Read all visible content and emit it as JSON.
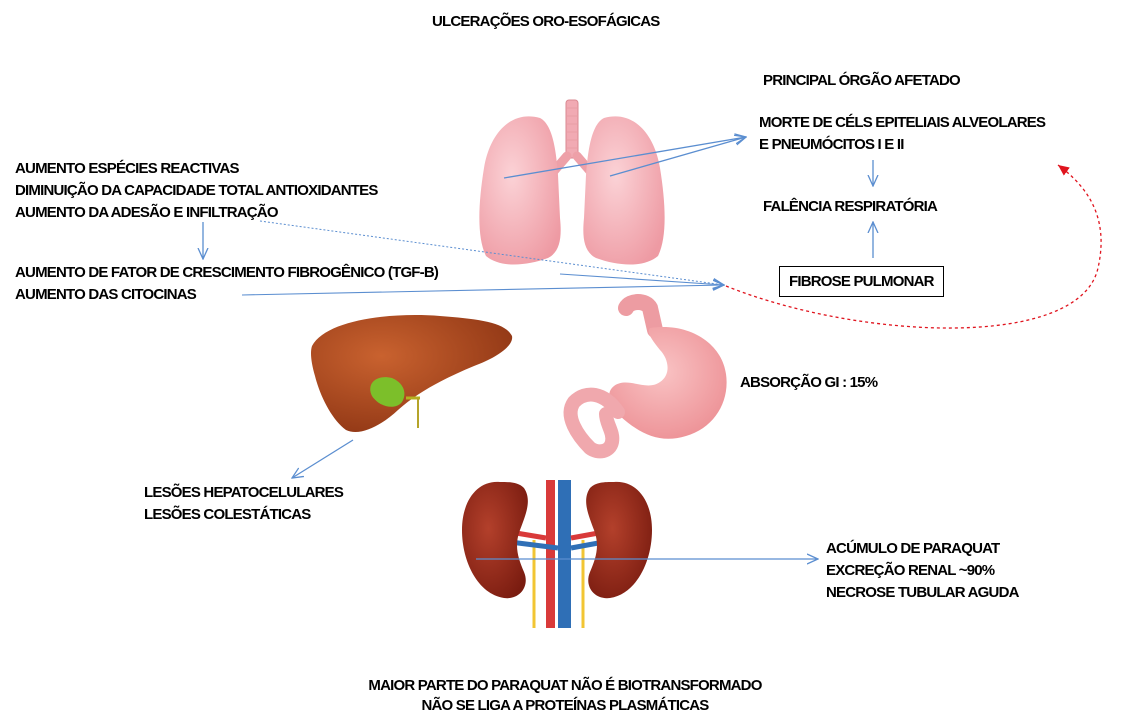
{
  "title": "ULCERAÇÕES ORO-ESOFÁGICAS",
  "lungs": {
    "main_organ": "PRINCIPAL ÓRGÃO AFETADO",
    "cell_death": [
      "MORTE DE CÉLS EPITELIAIS ALVEOLARES",
      "E PNEUMÓCITOS I E II"
    ],
    "failure": "FALÊNCIA RESPIRATÓRIA",
    "fibrosis": "FIBROSE PULMONAR"
  },
  "mechanisms": {
    "lines": [
      "AUMENTO ESPÉCIES REACTIVAS",
      "DIMINUIÇÃO DA CAPACIDADE TOTAL ANTIOXIDANTES",
      "AUMENTO DA ADESÃO E INFILTRAÇÃO"
    ],
    "consequences": [
      "AUMENTO DE FATOR DE CRESCIMENTO FIBROGÊNICO (TGF-B)",
      "AUMENTO DAS CITOCINAS"
    ]
  },
  "stomach": {
    "absorption": "ABSORÇÃO GI : 15%"
  },
  "liver": {
    "lesions": [
      "LESÕES HEPATOCELULARES",
      "LESÕES COLESTÁTICAS"
    ]
  },
  "kidney": {
    "effects": [
      "ACÚMULO DE PARAQUAT",
      "EXCREÇÃO RENAL ~90%",
      "NECROSE TUBULAR AGUDA"
    ]
  },
  "footer": [
    "MAIOR PARTE DO PARAQUAT NÃO É BIOTRANSFORMADO",
    "NÃO SE LIGA A PROTEÍNAS PLASMÁTICAS"
  ],
  "colors": {
    "arrow_blue": "#5b8ed0",
    "arrow_red": "#e0141e",
    "lung_pink": "#f2a6ae",
    "liver_brown": "#a8441f",
    "stomach_pink": "#f4a3a6",
    "kidney_red": "#8e2418"
  }
}
